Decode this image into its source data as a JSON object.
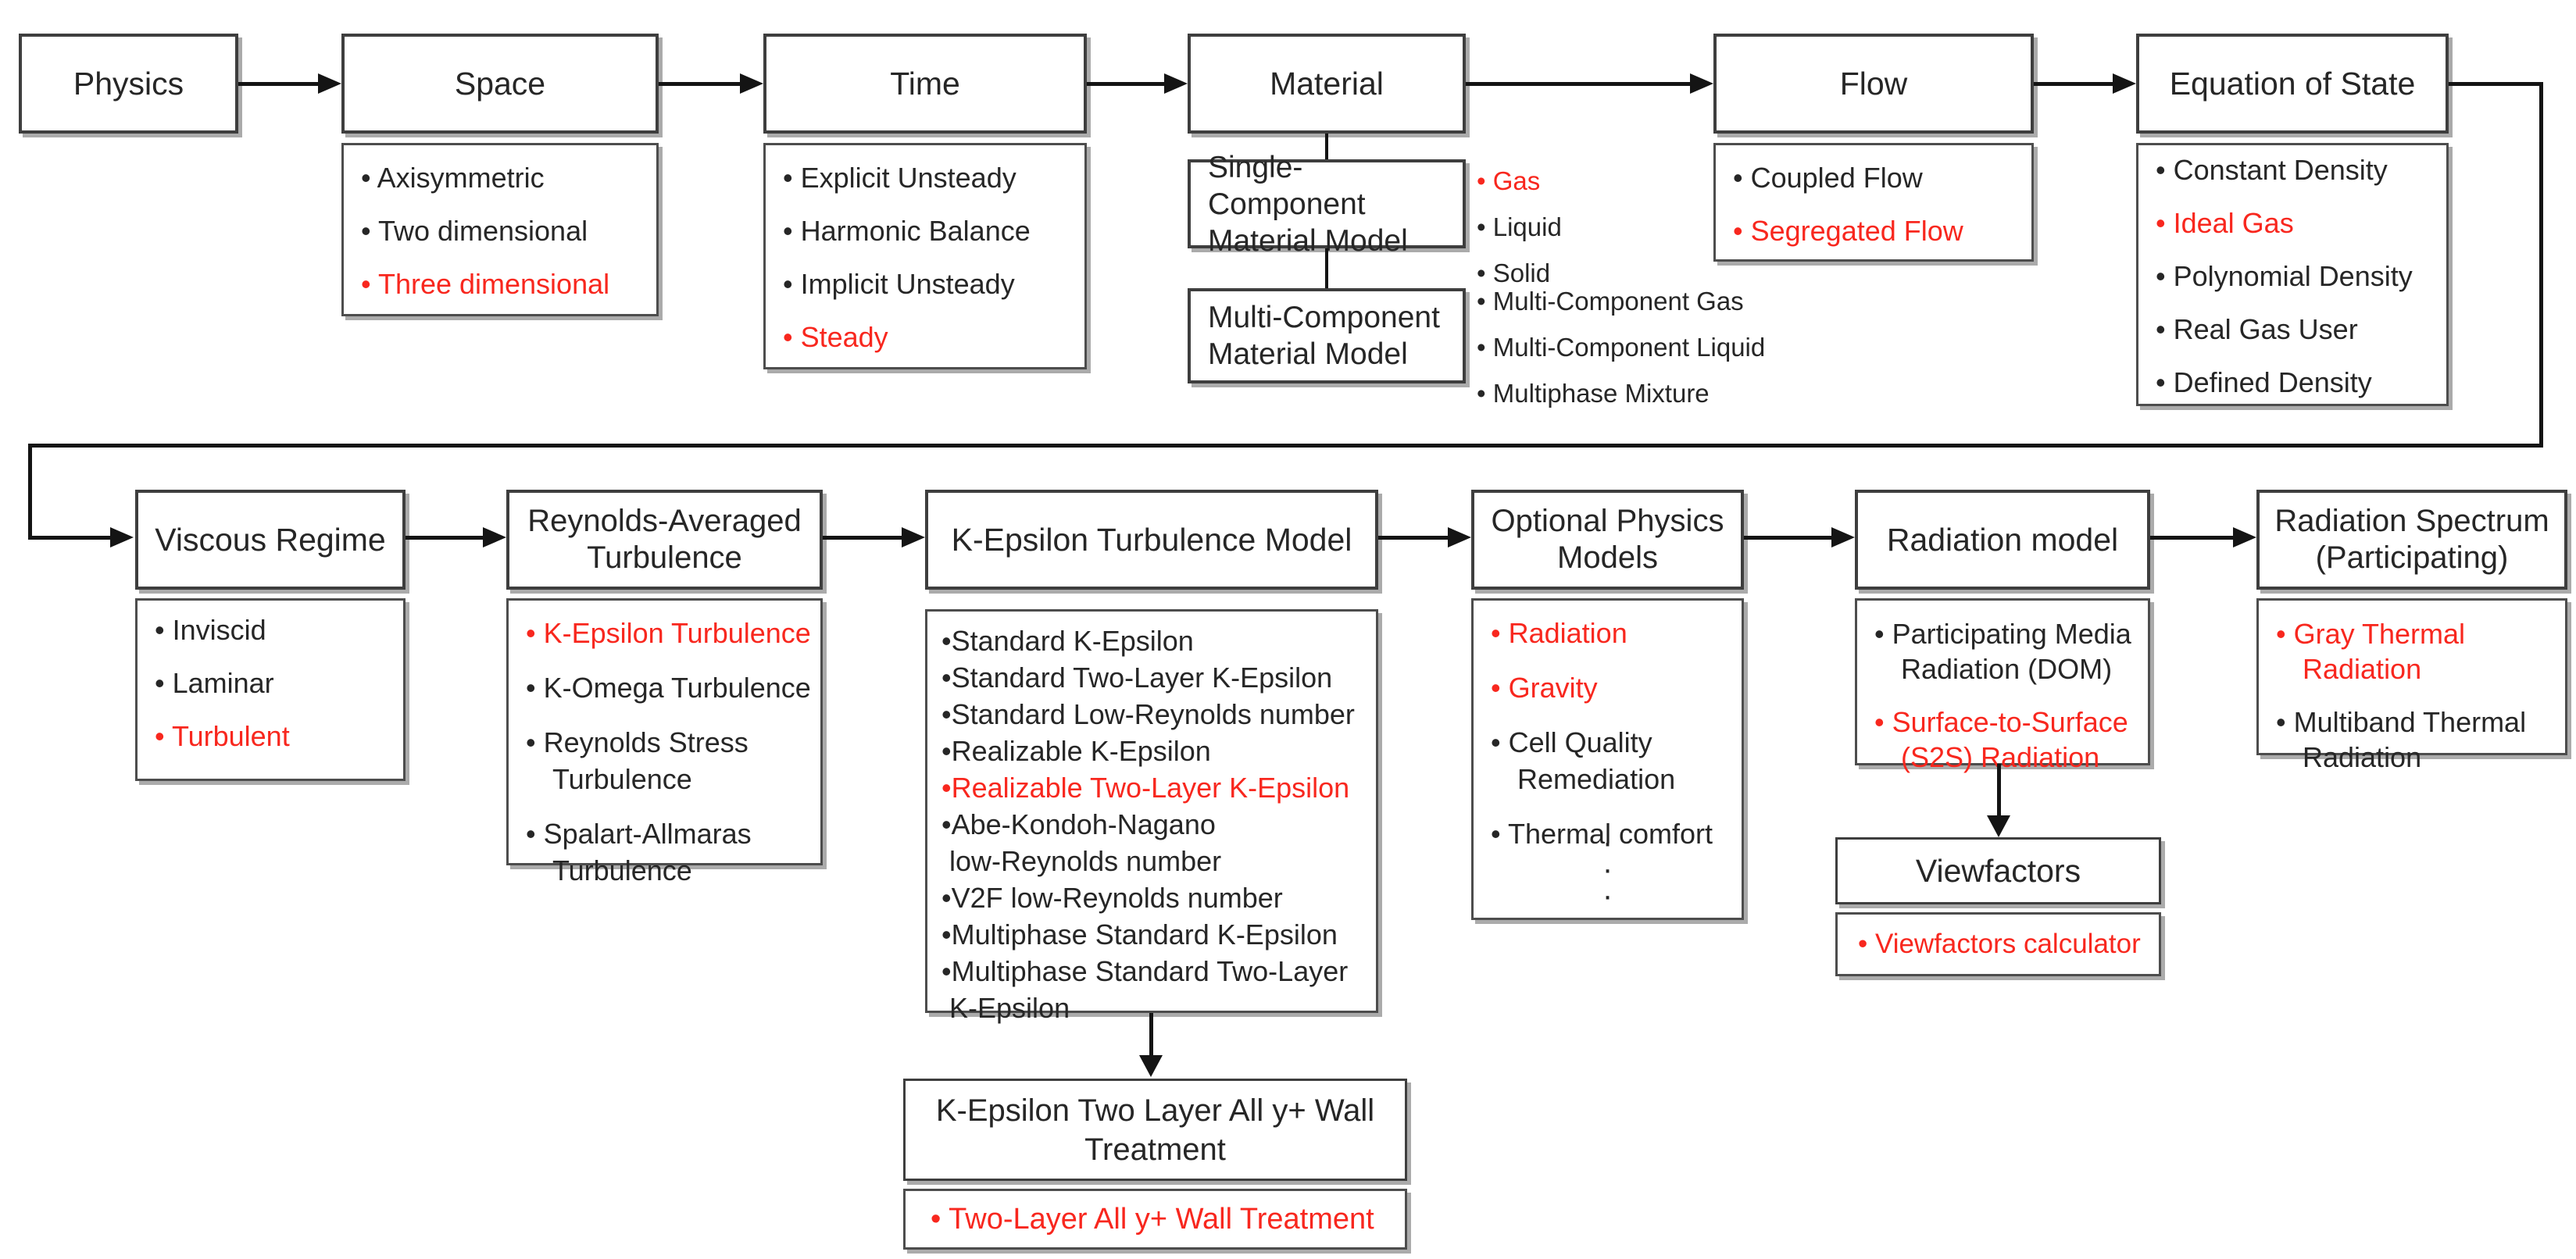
{
  "colors": {
    "selected_red": "#f8271e"
  },
  "physics": {
    "title": "Physics"
  },
  "space": {
    "title": "Space",
    "items": [
      {
        "text": "• Axisymmetric"
      },
      {
        "text": "• Two dimensional"
      },
      {
        "text": "• Three dimensional",
        "red": true
      }
    ]
  },
  "time": {
    "title": "Time",
    "items": [
      {
        "text": "• Explicit Unsteady"
      },
      {
        "text": "• Harmonic Balance"
      },
      {
        "text": "• Implicit Unsteady"
      },
      {
        "text": "• Steady",
        "red": true
      }
    ]
  },
  "material": {
    "title": "Material",
    "single": {
      "label": "Single-Component Material Model",
      "items": [
        {
          "text": "• Gas",
          "red": true
        },
        {
          "text": "• Liquid"
        },
        {
          "text": "• Solid"
        }
      ]
    },
    "multi": {
      "label": "Multi-Component Material Model",
      "items": [
        {
          "text": "• Multi-Component Gas"
        },
        {
          "text": "• Multi-Component Liquid"
        },
        {
          "text": "• Multiphase Mixture"
        }
      ]
    }
  },
  "flow": {
    "title": "Flow",
    "items": [
      {
        "text": "• Coupled Flow"
      },
      {
        "text": "• Segregated Flow",
        "red": true
      }
    ]
  },
  "eos": {
    "title": "Equation of State",
    "items": [
      {
        "text": "• Constant Density"
      },
      {
        "text": "• Ideal Gas",
        "red": true
      },
      {
        "text": "• Polynomial Density"
      },
      {
        "text": "• Real Gas User"
      },
      {
        "text": "• Defined Density"
      }
    ]
  },
  "viscous": {
    "title": "Viscous Regime",
    "items": [
      {
        "text": "• Inviscid"
      },
      {
        "text": "• Laminar"
      },
      {
        "text": "• Turbulent",
        "red": true
      }
    ]
  },
  "rat": {
    "title": "Reynolds-Averaged Turbulence",
    "items": [
      {
        "text": "• K-Epsilon Turbulence",
        "red": true
      },
      {
        "text": "• K-Omega Turbulence"
      },
      {
        "text": "• Reynolds Stress"
      },
      {
        "text": "Turbulence",
        "cont": true
      },
      {
        "text": "• Spalart-Allmaras"
      },
      {
        "text": "Turbulence",
        "cont": true
      }
    ]
  },
  "keps": {
    "title": "K-Epsilon Turbulence Model",
    "items": [
      {
        "text": "•Standard K-Epsilon"
      },
      {
        "text": "•Standard Two-Layer K-Epsilon"
      },
      {
        "text": "•Standard Low-Reynolds number"
      },
      {
        "text": "•Realizable K-Epsilon"
      },
      {
        "text": "•Realizable Two-Layer K-Epsilon",
        "red": true
      },
      {
        "text": "•Abe-Kondoh-Nagano"
      },
      {
        "text": " low-Reynolds number"
      },
      {
        "text": "•V2F low-Reynolds number"
      },
      {
        "text": "•Multiphase Standard K-Epsilon"
      },
      {
        "text": "•Multiphase Standard Two-Layer"
      },
      {
        "text": " K-Epsilon"
      }
    ]
  },
  "optional": {
    "title": "Optional Physics Models",
    "items": [
      {
        "text": "• Radiation",
        "red": true
      },
      {
        "text": "• Gravity",
        "red": true
      },
      {
        "text": "• Cell Quality"
      },
      {
        "text": "Remediation",
        "cont": true
      },
      {
        "text": "• Thermal comfort"
      }
    ],
    "dots": "·\n·\n·"
  },
  "radiation": {
    "title": "Radiation model",
    "items": [
      {
        "text": "• Participating Media"
      },
      {
        "text": "Radiation (DOM)",
        "cont": true
      },
      {
        "text": "• Surface-to-Surface",
        "red": true
      },
      {
        "text": "(S2S) Radiation",
        "red": true,
        "cont": true
      }
    ]
  },
  "spectrum": {
    "title": "Radiation Spectrum (Participating)",
    "items": [
      {
        "text": "• Gray Thermal",
        "red": true
      },
      {
        "text": "Radiation",
        "red": true,
        "cont": true
      },
      {
        "text": "• Multiband Thermal"
      },
      {
        "text": "Radiation",
        "cont": true
      }
    ]
  },
  "viewfactors": {
    "title": "Viewfactors"
  },
  "viewfactors_calc": {
    "text": "• Viewfactors calculator",
    "red": true
  },
  "wall": {
    "title": "K-Epsilon Two Layer All y+ Wall Treatment"
  },
  "wall_item": {
    "text": "• Two-Layer All y+ Wall Treatment",
    "red": true
  }
}
